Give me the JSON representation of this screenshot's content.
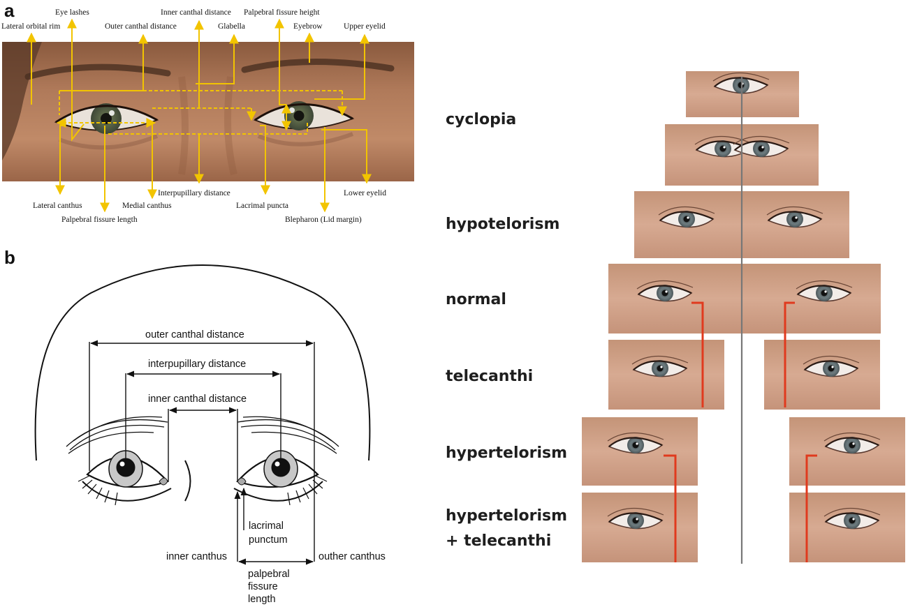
{
  "panels": {
    "a": {
      "letter": "a"
    },
    "b": {
      "letter": "b"
    }
  },
  "panel_a_labels": {
    "lateral_orbital_rim": "Lateral orbital rim",
    "eye_lashes": "Eye lashes",
    "outer_canthal_distance": "Outer canthal distance",
    "inner_canthal_distance": "Inner canthal distance",
    "glabella": "Glabella",
    "palpebral_fissure_height": "Palpebral fissure height",
    "eyebrow": "Eyebrow",
    "upper_eyelid": "Upper eyelid",
    "lateral_canthus": "Lateral canthus",
    "palpebral_fissure_length": "Palpebral fissure length",
    "medial_canthus": "Medial canthus",
    "interpupillary_distance": "Interpupillary distance",
    "lacrimal_puncta": "Lacrimal puncta",
    "lower_eyelid": "Lower eyelid",
    "blepharon": "Blepharon (Lid margin)"
  },
  "panel_b_labels": {
    "outer_canthal_distance": "outer canthal distance",
    "interpupillary_distance": "interpupillary distance",
    "inner_canthal_distance": "inner canthal distance",
    "lacrimal_punctum_1": "lacrimal",
    "lacrimal_punctum_2": "punctum",
    "inner_canthus": "inner canthus",
    "outer_canthus": "outher canthus",
    "palpebral_fissure_1": "palpebral",
    "palpebral_fissure_2": "fissure",
    "palpebral_fissure_3": "length"
  },
  "conditions": {
    "cyclopia": "cyclopia",
    "hypotelorism": "hypotelorism",
    "normal": "normal",
    "telecanthi": "telecanthi",
    "hypertelorism": "hypertelorism",
    "hypertelorism_telecanthi_1": "hypertelorism",
    "hypertelorism_telecanthi_2": "+ telecanthi"
  },
  "colors": {
    "annotation_yellow": "#f2c400",
    "red_marker": "#e03a1e",
    "skin": "#b98362",
    "skin_photo": "#c08a6c",
    "midline": "#777777"
  }
}
